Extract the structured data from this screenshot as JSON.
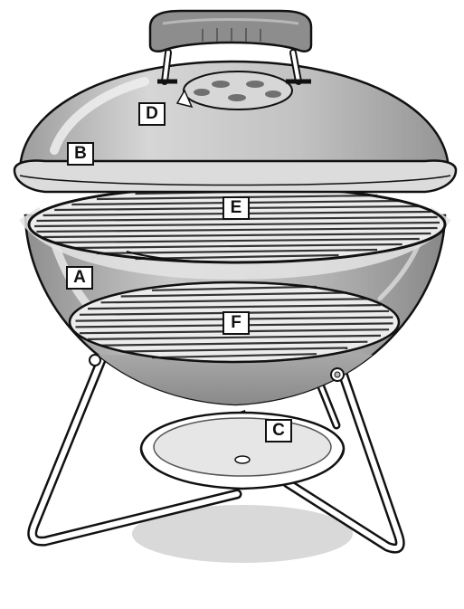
{
  "callouts": {
    "a": "A",
    "b": "B",
    "c": "C",
    "d": "D",
    "e": "E",
    "f": "F"
  },
  "colors": {
    "outline": "#111111",
    "body_grey": "#9a9a9a",
    "light_grey": "#d2d2d2",
    "shadow": "#d9d9d9",
    "background": "#ffffff"
  }
}
